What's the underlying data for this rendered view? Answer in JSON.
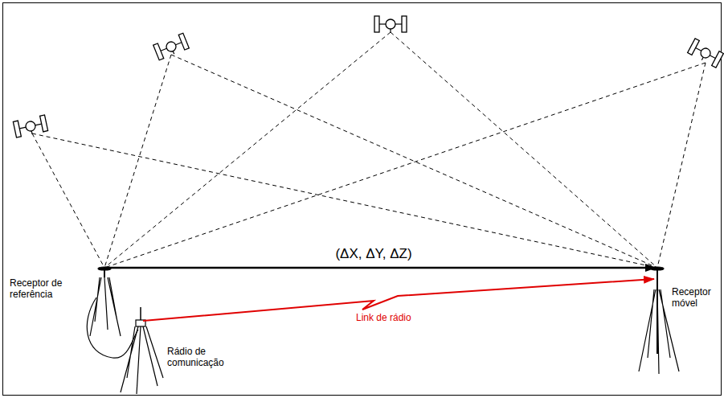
{
  "diagram": {
    "labels": [
      "(ΔX, ΔY, ΔZ)",
      "Receptor de referência",
      "Rádio de comunicação",
      "Link de rádio",
      "Receptor móvel"
    ]
  }
}
